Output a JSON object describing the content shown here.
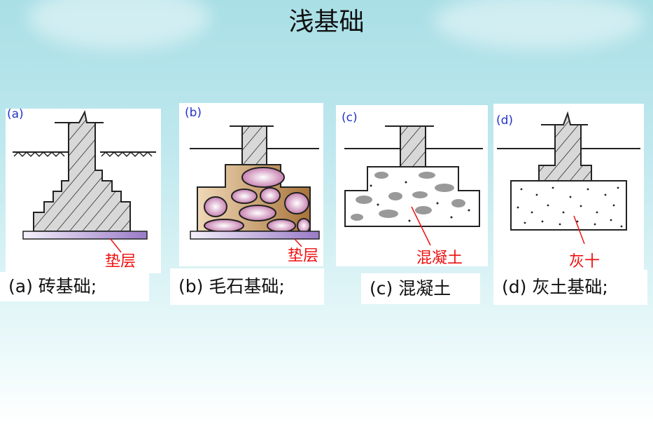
{
  "title": "浅基础",
  "panels": [
    {
      "tag": "(a)",
      "label": "垫层",
      "caption": "(a) 砖基础;"
    },
    {
      "tag": "(b)",
      "label": "垫层",
      "caption": "(b) 毛石基础;"
    },
    {
      "tag": "(c)",
      "label": "混凝土",
      "caption": "(c) 混凝土"
    },
    {
      "tag": "(d)",
      "label": "灰十",
      "caption": "(d) 灰土基础;"
    }
  ],
  "colors": {
    "label": "#ee1111",
    "tag": "#2233cc",
    "cushion": "#9a7bc8",
    "rubble_bg": "#c99a5e",
    "stone": "#d9a8c8"
  }
}
